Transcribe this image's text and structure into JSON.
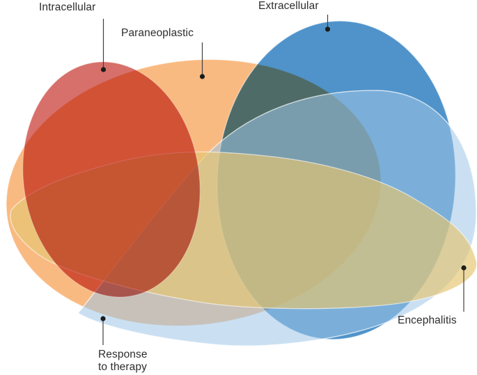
{
  "diagram": {
    "background_color": "#ffffff",
    "stroke_color": "#ffffff",
    "connector_color": "#3f3f3f",
    "dot_color": "#1c1c1c",
    "sets": [
      {
        "id": "intracellular",
        "label": "Intracellular",
        "color": "#d56a64"
      },
      {
        "id": "paraneoplastic",
        "label": "Paraneoplastic",
        "color": "#f9b87e"
      },
      {
        "id": "extracellular",
        "label": "Extracellular",
        "color": "#4a90c8"
      },
      {
        "id": "encephalitis",
        "label": "Encephalitis",
        "color": "#e4c573"
      },
      {
        "id": "response-to-therapy",
        "label": "Response to therapy",
        "color": "#9fc6e7"
      }
    ],
    "callouts": {
      "intracellular": "Intracellular",
      "paraneoplastic": "Paraneoplastic",
      "extracellular": "Extracellular",
      "encephalitis": "Encephalitis",
      "response_line1": "Response",
      "response_line2": "to therapy"
    }
  }
}
